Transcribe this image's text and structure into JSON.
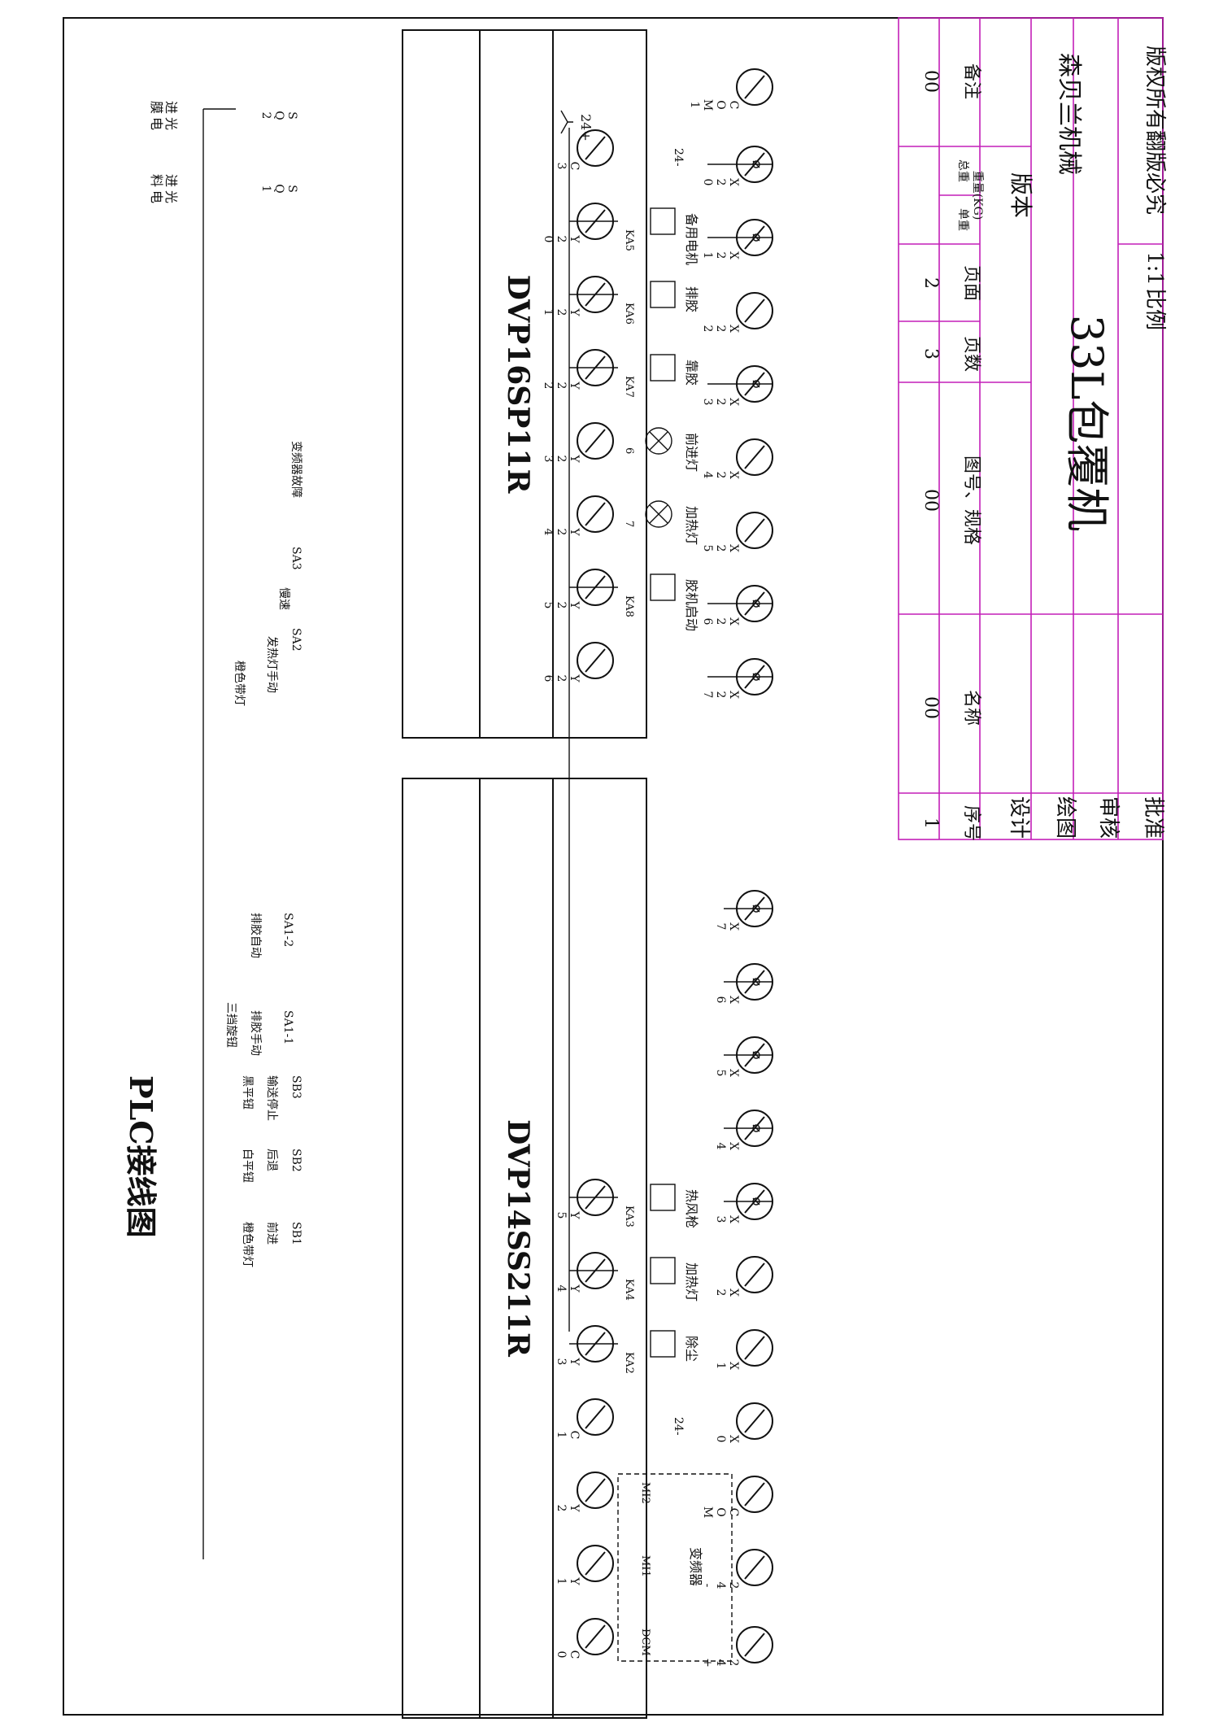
{
  "title": "PLC接线图",
  "plc_upper": {
    "model": "DVP16SP11R",
    "inputs": [
      "COM1",
      "X20",
      "X21",
      "X22",
      "X23",
      "X24",
      "X25",
      "X26",
      "X27"
    ],
    "outputs": [
      "C3",
      "Y20",
      "Y21",
      "Y22",
      "Y23",
      "Y24",
      "Y25",
      "Y26"
    ]
  },
  "plc_lower": {
    "model": "DVP14SS211R",
    "inputs": [
      "24+",
      "24-",
      "COM",
      "X0",
      "X1",
      "X2",
      "X3",
      "X4",
      "X5",
      "X6",
      "X7"
    ],
    "outputs": [
      "C0",
      "Y1",
      "Y2",
      "C1",
      "Y3",
      "Y4",
      "Y5"
    ]
  },
  "supply": {
    "pos": "24+",
    "neg": "24-"
  },
  "input_devices": {
    "sq2_tag": "SQ2",
    "sq2_label": "进膜光电",
    "sq1_tag": "SQ1",
    "sq1_label": "进料光电",
    "vfd_fault": "变频器故障",
    "sa3_tag": "SA3",
    "sa3_label": "慢速",
    "sa2_tag": "SA2",
    "sa2_label": "发热灯手动",
    "orange_light": "橙色带灯",
    "sa12_tag": "SA1-2",
    "sa12_label": "排胶自动",
    "knob3": "三挡旋钮",
    "sa11_tag": "SA1-1",
    "sa11_label": "排胶手动",
    "sb3_tag": "SB3",
    "sb3_label": "输送停止",
    "sb3_note": "黑平钮",
    "sb2_tag": "SB2",
    "sb2_label": "后退",
    "sb2_note": "白平钮",
    "sb1_tag": "SB1",
    "sb1_label": "前进",
    "sb1_note": "橙色带灯"
  },
  "output_devices": {
    "ka8": "KA8",
    "ka8_label": "胶机启动",
    "y24_wire": "7",
    "y24_label": "加热灯",
    "y23_wire": "6",
    "y23_label": "前进灯",
    "ka7": "KA7",
    "ka7_label": "靠胶",
    "ka6": "KA6",
    "ka6_label": "排胶",
    "ka5": "KA5",
    "ka5_label": "备用电机",
    "ka3": "KA3",
    "ka3_label": "热风枪",
    "ka4": "KA4",
    "ka4_label": "加热灯",
    "ka2": "KA2",
    "ka2_label": "除尘",
    "vfd_label": "变频器",
    "vfd_mi2": "MI2",
    "vfd_mi1": "MI1",
    "vfd_dcm": "DCM"
  },
  "title_block": {
    "row_no": "1",
    "name_val": "00",
    "spec_val": "00",
    "page_count_val": "3",
    "page_val": "2",
    "weight_val": "00",
    "seq_label": "序号",
    "name_label": "名称",
    "spec_label": "图号、规格",
    "page_count_label": "页数",
    "page_label": "页面",
    "unit_weight": "单重",
    "total_weight": "总重",
    "weight_unit": "重量(KG)",
    "remark": "备注",
    "design": "设计",
    "draw": "绘图",
    "check": "审核",
    "approve": "批准",
    "version": "版本",
    "machine_name": "33L包覆机",
    "company": "森贝兰机械",
    "scale_label": "比例",
    "scale_val": "1:1",
    "copyright": "版权所有翻版必究"
  },
  "colors": {
    "line": "#111111",
    "title_grid": "#c31fb8"
  }
}
